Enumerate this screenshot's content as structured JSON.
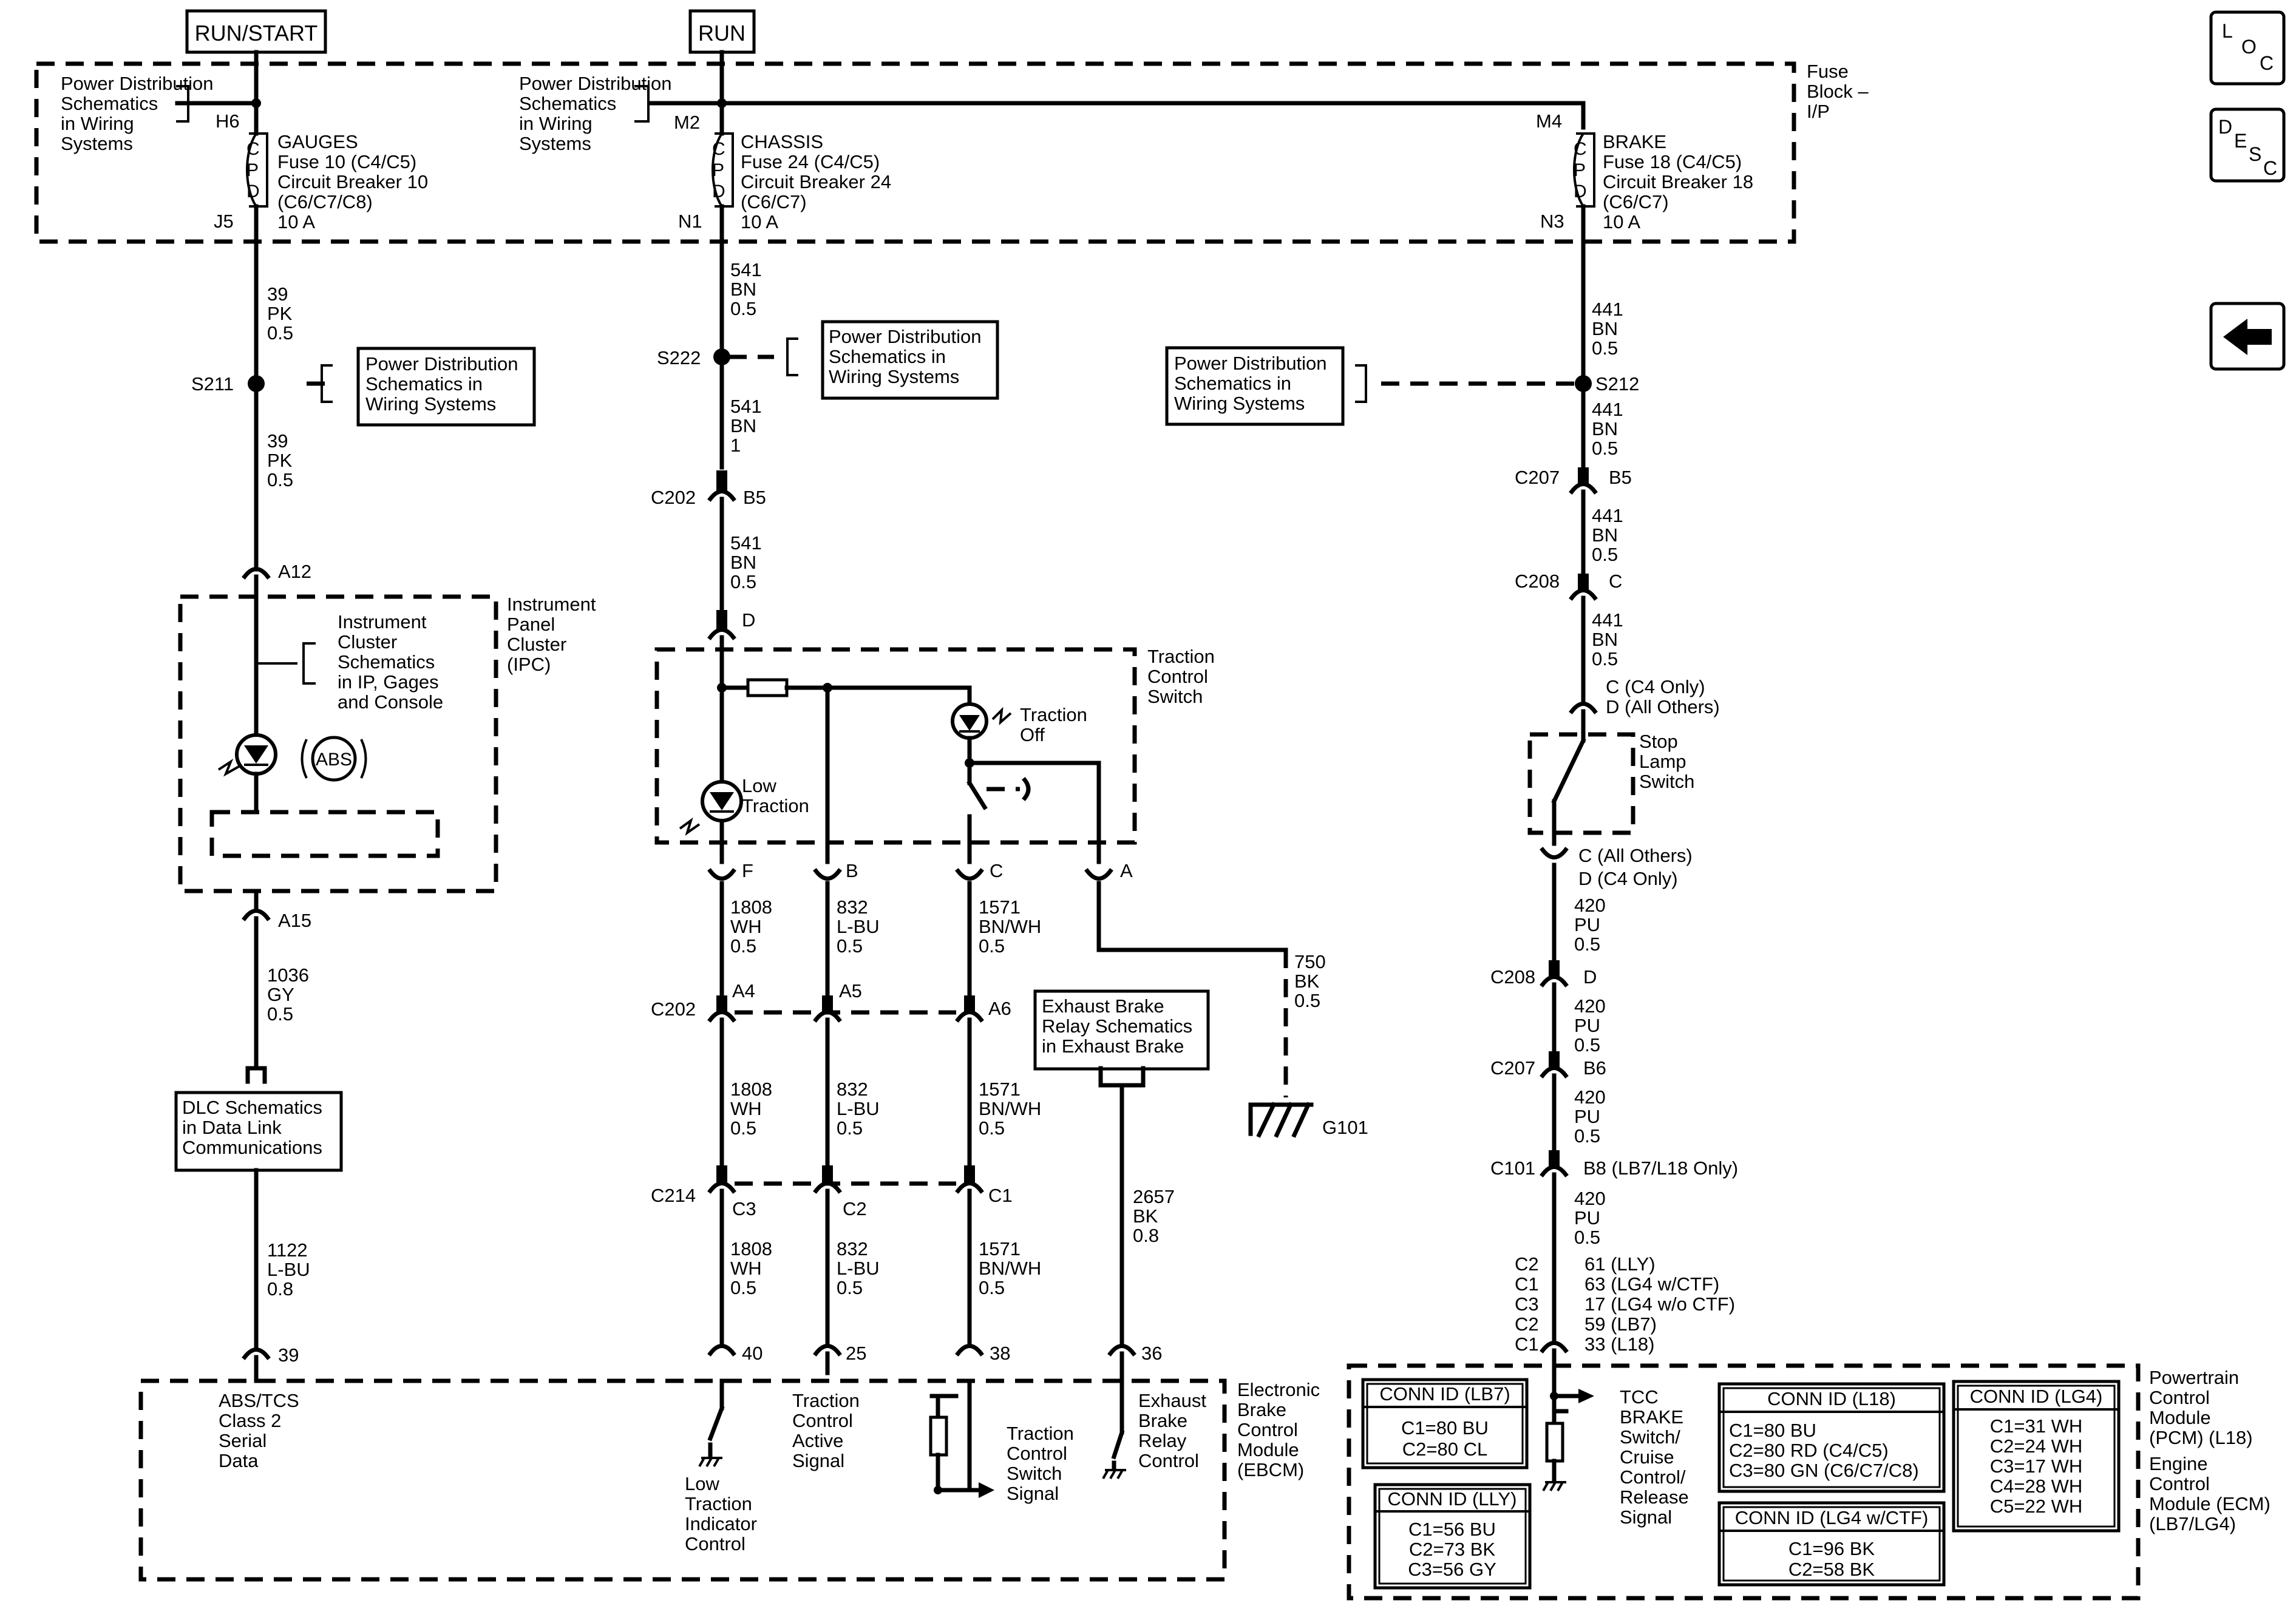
{
  "power": {
    "run_start": "RUN/START",
    "run": "RUN"
  },
  "fuse_block": {
    "label": [
      "Fuse",
      "Block –",
      "I/P"
    ]
  },
  "fuses": [
    {
      "name": "GAUGES",
      "fuse": "Fuse 10 (C4/C5)",
      "cb": "Circuit Breaker 10",
      "models": "(C6/C7/C8)",
      "amps": "10 A",
      "top": "H6",
      "bottom": "J5"
    },
    {
      "name": "CHASSIS",
      "fuse": "Fuse 24 (C4/C5)",
      "cb": "Circuit Breaker 24",
      "models": "(C6/C7)",
      "amps": "10 A",
      "top": "M2",
      "bottom": "N1"
    },
    {
      "name": "BRAKE",
      "fuse": "Fuse 18 (C4/C5)",
      "cb": "Circuit Breaker 18",
      "models": "(C6/C7)",
      "amps": "10 A",
      "top": "M4",
      "bottom": "N3"
    }
  ],
  "cpd": [
    "C",
    "P",
    "D"
  ],
  "refs": {
    "pd": [
      "Power Distribution",
      "Schematics",
      "in Wiring",
      "Systems"
    ],
    "pd_box": [
      "Power Distribution",
      "Schematics in",
      "Wiring  Systems"
    ],
    "ic_ref": [
      "Instrument",
      "Cluster",
      "Schematics",
      "in IP, Gages",
      "and Console"
    ],
    "dlc": [
      "DLC Schematics",
      "in Data Link",
      "Communications"
    ],
    "exhaust": [
      "Exhaust Brake",
      "Relay Schematics",
      "in Exhaust Brake"
    ]
  },
  "splices": {
    "s211": "S211",
    "s222": "S222",
    "s212": "S212"
  },
  "left_wires": {
    "w39a": [
      "39",
      "PK",
      "0.5"
    ],
    "w39b": [
      "39",
      "PK",
      "0.5"
    ],
    "w1036": [
      "1036",
      "GY",
      "0.5"
    ],
    "w1122": [
      "1122",
      "L-BU",
      "0.8"
    ]
  },
  "left_conns": {
    "a12": "A12",
    "a15": "A15",
    "p39": "39"
  },
  "ipc": {
    "label": [
      "Instrument",
      "Panel",
      "Cluster",
      "(IPC)"
    ],
    "abs": "ABS"
  },
  "mid_wires": {
    "w541a": [
      "541",
      "BN",
      "0.5"
    ],
    "w541b": [
      "541",
      "BN",
      "1"
    ],
    "w541c": [
      "541",
      "BN",
      "0.5"
    ],
    "w1808": [
      "1808",
      "WH",
      "0.5"
    ],
    "w832": [
      "832",
      "L-BU",
      "0.5"
    ],
    "w1571": [
      "1571",
      "BN/WH",
      "0.5"
    ],
    "w750": [
      "750",
      "BK",
      "0.5"
    ],
    "w2657": [
      "2657",
      "BK",
      "0.8"
    ]
  },
  "mid_conns": {
    "c202": "C202",
    "b5": "B5",
    "d": "D",
    "f": "F",
    "b": "B",
    "c": "C",
    "a": "A",
    "a4": "A4",
    "a5": "A5",
    "a6": "A6",
    "c214": "C214",
    "c3": "C3",
    "c2": "C2",
    "c1": "C1",
    "p40": "40",
    "p25": "25",
    "p38": "38",
    "p36": "36",
    "g101": "G101"
  },
  "tcs": {
    "label": [
      "Traction",
      "Control",
      "Switch"
    ],
    "low": [
      "Low",
      "Traction"
    ],
    "off": [
      "Traction",
      "Off"
    ]
  },
  "ebcm": {
    "abs_tcs": [
      "ABS/TCS",
      "Class 2",
      "Serial",
      "Data"
    ],
    "low_ind": [
      "Low",
      "Traction",
      "Indicator",
      "Control"
    ],
    "tc_active": [
      "Traction",
      "Control",
      "Active",
      "Signal"
    ],
    "tcs_sig": [
      "Traction",
      "Control",
      "Switch",
      "Signal"
    ],
    "exh_relay": [
      "Exhaust",
      "Brake",
      "Relay",
      "Control"
    ],
    "label": [
      "Electronic",
      "Brake",
      "Control",
      "Module",
      "(EBCM)"
    ]
  },
  "right_wires": {
    "w441a": [
      "441",
      "BN",
      "0.5"
    ],
    "w441b": [
      "441",
      "BN",
      "0.5"
    ],
    "w441c": [
      "441",
      "BN",
      "0.5"
    ],
    "w441d": [
      "441",
      "BN",
      "0.5"
    ],
    "w420a": [
      "420",
      "PU",
      "0.5"
    ],
    "w420b": [
      "420",
      "PU",
      "0.5"
    ],
    "w420c": [
      "420",
      "PU",
      "0.5"
    ],
    "w420d": [
      "420",
      "PU",
      "0.5"
    ]
  },
  "right_conns": {
    "c207": "C207",
    "b5": "B5",
    "c208": "C208",
    "c": "C",
    "top_pins": [
      "C (C4 Only)",
      "D (All Others)"
    ],
    "bot_pins": [
      "C (All Others)",
      "D (C4 Only)"
    ],
    "d": "D",
    "b6": "B6",
    "c101": "C101",
    "b8": "B8 (LB7/L18 Only)"
  },
  "stop_lamp": [
    "Stop",
    "Lamp",
    "Switch"
  ],
  "pcm_pins": [
    {
      "conn": "C2",
      "pin": "61 (LLY)"
    },
    {
      "conn": "C1",
      "pin": "63 (LG4 w/CTF)"
    },
    {
      "conn": "C3",
      "pin": "17 (LG4 w/o CTF)"
    },
    {
      "conn": "C2",
      "pin": "59 (LB7)"
    },
    {
      "conn": "C1",
      "pin": "33 (L18)"
    }
  ],
  "tcc": [
    "TCC",
    "BRAKE",
    "Switch/",
    "Cruise",
    "Control/",
    "Release",
    "Signal"
  ],
  "conn_ids": {
    "lb7": {
      "title": "CONN ID (LB7)",
      "rows": [
        "C1=80 BU",
        "C2=80 CL"
      ]
    },
    "lly": {
      "title": "CONN ID (LLY)",
      "rows": [
        "C1=56 BU",
        "C2=73 BK",
        "C3=56 GY"
      ]
    },
    "l18": {
      "title": "CONN ID (L18)",
      "rows": [
        "C1=80 BU",
        "C2=80 RD (C4/C5)",
        "C3=80 GN (C6/C7/C8)"
      ]
    },
    "lg4ctf": {
      "title": "CONN ID (LG4 w/CTF)",
      "rows": [
        "C1=96 BK",
        "C2=58 BK"
      ]
    },
    "lg4": {
      "title": "CONN ID (LG4)",
      "rows": [
        "C1=31 WH",
        "C2=24 WH",
        "C3=17 WH",
        "C4=28 WH",
        "C5=22 WH"
      ]
    }
  },
  "pcm_label": [
    "Powertrain",
    "Control",
    "Module",
    "(PCM) (L18)",
    "Engine",
    "Control",
    "Module (ECM)",
    "(LB7/LG4)"
  ],
  "nav": {
    "loc": [
      "L",
      "O",
      "C"
    ],
    "desc": [
      "D",
      "E",
      "S",
      "C"
    ]
  }
}
